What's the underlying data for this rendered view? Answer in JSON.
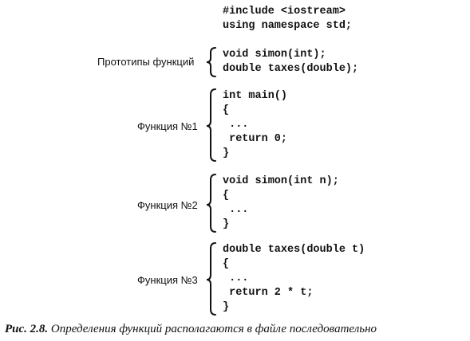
{
  "header": {
    "include": "#include <iostream>",
    "namespace": "using namespace std;"
  },
  "prototypes": {
    "label": "Прототипы функций",
    "lines": [
      "void simon(int);",
      "double taxes(double);"
    ]
  },
  "functions": [
    {
      "label": "Функция №1",
      "lines": [
        "int main()",
        "{",
        " ...",
        " return 0;",
        "}"
      ]
    },
    {
      "label": "Функция №2",
      "lines": [
        "void simon(int n);",
        "{",
        " ...",
        "}"
      ]
    },
    {
      "label": "Функция №3",
      "lines": [
        "double taxes(double t)",
        "{",
        " ...",
        " return 2 * t;",
        "}"
      ]
    }
  ],
  "caption": {
    "number": "Рис. 2.8.",
    "text": "Определения функций располагаются в файле последовательно"
  }
}
